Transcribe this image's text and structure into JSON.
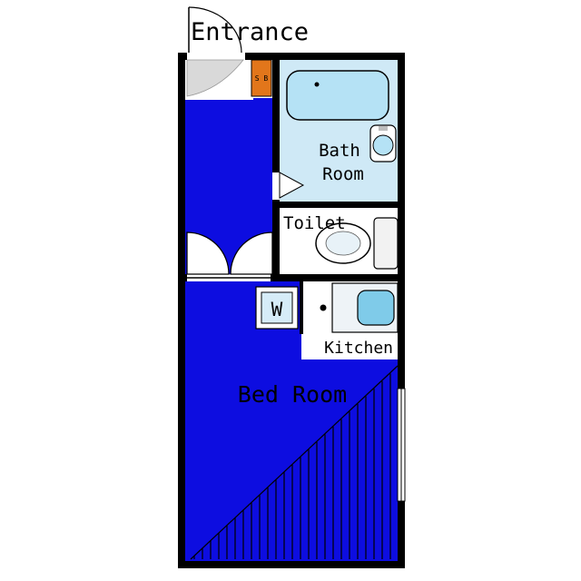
{
  "labels": {
    "entrance": "Entrance",
    "shoe_box": "S B",
    "bath_line1": "Bath",
    "bath_line2": "Room",
    "toilet": "Toilet",
    "washer": "W",
    "kitchen": "Kitchen",
    "bedroom": "Bed Room"
  },
  "colors": {
    "floor_blue": "#0d0de0",
    "bath_floor": "#cfe9f6",
    "fixture_blue": "#b5e2f5",
    "sink_blue": "#7fcbe9",
    "shoe_box_orange": "#e2761b",
    "wall_black": "#000000",
    "counter_gray": "#eef3f7",
    "door_gray": "#d9d9d9"
  }
}
